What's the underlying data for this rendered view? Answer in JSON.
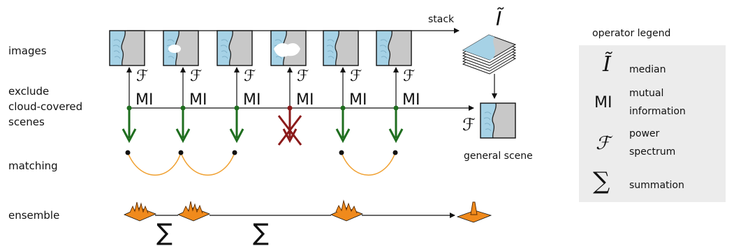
{
  "row_labels": {
    "images": "images",
    "exclude": "exclude",
    "cloud": "cloud-covered",
    "scenes": "scenes",
    "matching": "matching",
    "ensemble": "ensemble"
  },
  "stack_label": "stack",
  "general_scene_label": "general scene",
  "mi_label": "MI",
  "legend": {
    "title": "operator legend",
    "items": [
      {
        "symbol": "Ĩ",
        "lines": [
          "median"
        ]
      },
      {
        "symbol": "MI",
        "lines": [
          "mutual",
          "information"
        ]
      },
      {
        "symbol": "ℱ",
        "lines": [
          "power",
          "spectrum"
        ]
      },
      {
        "symbol": "∑",
        "lines": [
          "summation"
        ]
      }
    ]
  },
  "scenes": [
    {
      "id": 1,
      "excluded": false
    },
    {
      "id": 2,
      "excluded": false
    },
    {
      "id": 3,
      "excluded": false
    },
    {
      "id": 4,
      "excluded": true
    },
    {
      "id": 5,
      "excluded": false
    },
    {
      "id": 6,
      "excluded": false
    }
  ],
  "colors": {
    "water": "#a6d2e6",
    "land": "#c8c8c8",
    "accept_arrow": "#1f6e1f",
    "reject_arrow": "#8b1a1a",
    "matching_curve": "#f0a030",
    "ensemble_orange": "#f08a1c"
  }
}
